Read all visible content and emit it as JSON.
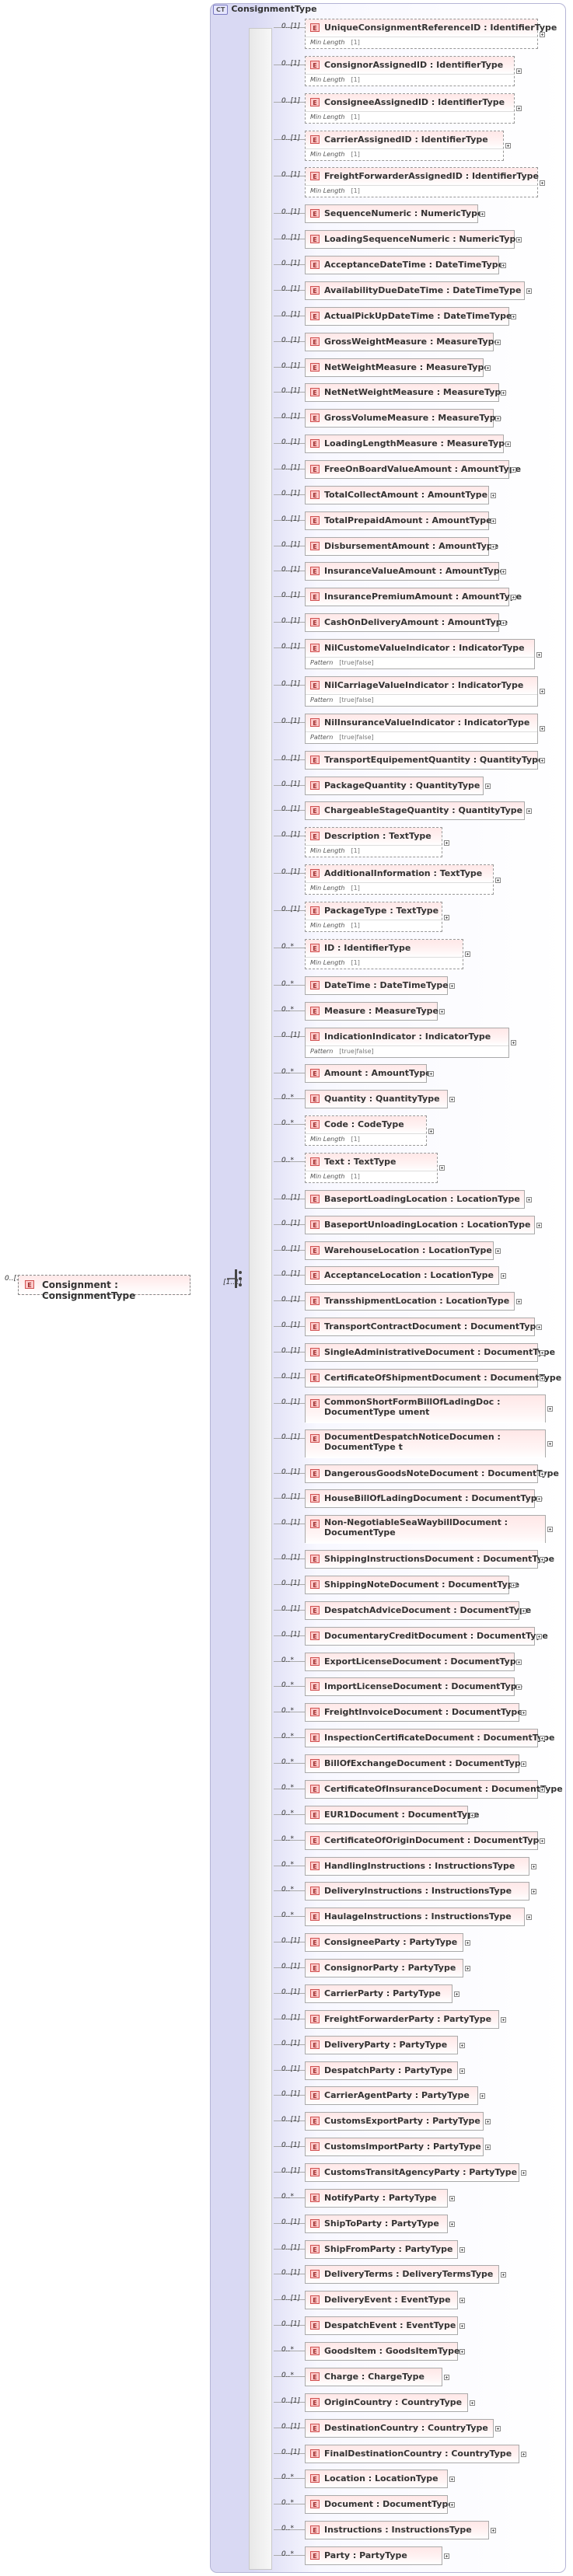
{
  "complex_type": {
    "tag": "CT",
    "name": "ConsignmentType"
  },
  "root": {
    "badge": "E",
    "label": "Consignment : ConsignmentType",
    "cardinality": "0..[1]",
    "out_cardinality": "[1..1]"
  },
  "elements": [
    {
      "label": "UniqueConsignmentReferenceID : IdentifierType",
      "card": "0..[1]",
      "facet": "Min Length",
      "facet_value": "[1]",
      "opt": true
    },
    {
      "label": "ConsignorAssignedID : IdentifierType",
      "card": "0..[1]",
      "facet": "Min Length",
      "facet_value": "[1]",
      "opt": true
    },
    {
      "label": "ConsigneeAssignedID : IdentifierType",
      "card": "0..[1]",
      "facet": "Min Length",
      "facet_value": "[1]",
      "opt": true
    },
    {
      "label": "CarrierAssignedID : IdentifierType",
      "card": "0..[1]",
      "facet": "Min Length",
      "facet_value": "[1]",
      "opt": true
    },
    {
      "label": "FreightForwarderAssignedID : IdentifierType",
      "card": "0..[1]",
      "facet": "Min Length",
      "facet_value": "[1]",
      "opt": true
    },
    {
      "label": "SequenceNumeric : NumericType",
      "card": "0..[1]"
    },
    {
      "label": "LoadingSequenceNumeric : NumericType",
      "card": "0..[1]"
    },
    {
      "label": "AcceptanceDateTime : DateTimeType",
      "card": "0..[1]"
    },
    {
      "label": "AvailabilityDueDateTime : DateTimeType",
      "card": "0..[1]"
    },
    {
      "label": "ActualPickUpDateTime : DateTimeType",
      "card": "0..[1]"
    },
    {
      "label": "GrossWeightMeasure : MeasureType",
      "card": "0..[1]"
    },
    {
      "label": "NetWeightMeasure : MeasureType",
      "card": "0..[1]"
    },
    {
      "label": "NetNetWeightMeasure : MeasureType",
      "card": "0..[1]"
    },
    {
      "label": "GrossVolumeMeasure : MeasureType",
      "card": "0..[1]"
    },
    {
      "label": "LoadingLengthMeasure : MeasureType",
      "card": "0..[1]"
    },
    {
      "label": "FreeOnBoardValueAmount : AmountType",
      "card": "0..[1]"
    },
    {
      "label": "TotalCollectAmount : AmountType",
      "card": "0..[1]"
    },
    {
      "label": "TotalPrepaidAmount : AmountType",
      "card": "0..[1]"
    },
    {
      "label": "DisbursementAmount : AmountType",
      "card": "0..[1]"
    },
    {
      "label": "InsuranceValueAmount : AmountType",
      "card": "0..[1]"
    },
    {
      "label": "InsurancePremiumAmount : AmountType",
      "card": "0..[1]"
    },
    {
      "label": "CashOnDeliveryAmount : AmountType",
      "card": "0..[1]"
    },
    {
      "label": "NilCustomeValueIndicator : IndicatorType",
      "card": "0..[1]",
      "facet": "Pattern",
      "facet_value": "[true|false]"
    },
    {
      "label": "NilCarriageValueIndicator : IndicatorType",
      "card": "0..[1]",
      "facet": "Pattern",
      "facet_value": "[true|false]"
    },
    {
      "label": "NilInsuranceValueIndicator : IndicatorType",
      "card": "0..[1]",
      "facet": "Pattern",
      "facet_value": "[true|false]"
    },
    {
      "label": "TransportEquipementQuantity : QuantityType",
      "card": "0..[1]"
    },
    {
      "label": "PackageQuantity : QuantityType",
      "card": "0..[1]"
    },
    {
      "label": "ChargeableStageQuantity : QuantityType",
      "card": "0..[1]"
    },
    {
      "label": "Description : TextType",
      "card": "0..[1]",
      "facet": "Min Length",
      "facet_value": "[1]",
      "opt": true
    },
    {
      "label": "AdditionalInformation : TextType",
      "card": "0..[1]",
      "facet": "Min Length",
      "facet_value": "[1]",
      "opt": true
    },
    {
      "label": "PackageType : TextType",
      "card": "0..[1]",
      "facet": "Min Length",
      "facet_value": "[1]",
      "opt": true
    },
    {
      "label": "ID        : IdentifierType",
      "card": "0..*",
      "facet": "Min Length",
      "facet_value": "[1]",
      "opt": true
    },
    {
      "label": "DateTime : DateTimeType",
      "card": "0..*"
    },
    {
      "label": "Measure : MeasureType",
      "card": "0..*"
    },
    {
      "label": "IndicationIndicator : IndicatorType",
      "card": "0..[1]",
      "facet": "Pattern",
      "facet_value": "[true|false]"
    },
    {
      "label": "Amount : AmountType",
      "card": "0..*"
    },
    {
      "label": "Quantity : QuantityType",
      "card": "0..*"
    },
    {
      "label": "Code     : CodeType",
      "card": "0..*",
      "facet": "Min Length",
      "facet_value": "[1]",
      "opt": true
    },
    {
      "label": "Text       : TextType",
      "card": "0..*",
      "facet": "Min Length",
      "facet_value": "[1]",
      "opt": true
    },
    {
      "label": "BaseportLoadingLocation : LocationType",
      "card": "0..[1]"
    },
    {
      "label": "BaseportUnloadingLocation : LocationType",
      "card": "0..[1]"
    },
    {
      "label": "WarehouseLocation : LocationType",
      "card": "0..[1]"
    },
    {
      "label": "AcceptanceLocation : LocationType",
      "card": "0..[1]"
    },
    {
      "label": "TransshipmentLocation : LocationType",
      "card": "0..[1]"
    },
    {
      "label": "TransportContractDocument : DocumentType",
      "card": "0..[1]"
    },
    {
      "label": "SingleAdministrativeDocument : DocumentType",
      "card": "0..[1]"
    },
    {
      "label": "CertificateOfShipmentDocument : DocumentType",
      "card": "0..[1]"
    },
    {
      "label": "CommonShortFormBillOfLadingDoc : DocumentType ument",
      "card": "0..[1]",
      "wrap": true
    },
    {
      "label": "DocumentDespatchNoticeDocumen : DocumentType t",
      "card": "0..[1]",
      "wrap": true
    },
    {
      "label": "DangerousGoodsNoteDocument : DocumentType",
      "card": "0..[1]"
    },
    {
      "label": "HouseBillOfLadingDocument : DocumentType",
      "card": "0..[1]"
    },
    {
      "label": "Non-NegotiableSeaWaybillDocument : DocumentType",
      "card": "0..[1]",
      "wrap": true
    },
    {
      "label": "ShippingInstructionsDocument : DocumentType",
      "card": "0..[1]"
    },
    {
      "label": "ShippingNoteDocument : DocumentType",
      "card": "0..[1]"
    },
    {
      "label": "DespatchAdviceDocument : DocumentType",
      "card": "0..[1]"
    },
    {
      "label": "DocumentaryCreditDocument : DocumentType",
      "card": "0..[1]"
    },
    {
      "label": "ExportLicenseDocument : DocumentType",
      "card": "0..*"
    },
    {
      "label": "ImportLicenseDocument : DocumentType",
      "card": "0..*"
    },
    {
      "label": "FreightInvoiceDocument : DocumentType",
      "card": "0..*"
    },
    {
      "label": "InspectionCertificateDocument : DocumentType",
      "card": "0..*"
    },
    {
      "label": "BillOfExchangeDocument : DocumentType",
      "card": "0..*"
    },
    {
      "label": "CertificateOfInsuranceDocument : DocumentType",
      "card": "0..*"
    },
    {
      "label": "EUR1Document : DocumentType",
      "card": "0..*"
    },
    {
      "label": "CertificateOfOriginDocument : DocumentType",
      "card": "0..*"
    },
    {
      "label": "HandlingInstructions : InstructionsType",
      "card": "0..*"
    },
    {
      "label": "DeliveryInstructions : InstructionsType",
      "card": "0..*"
    },
    {
      "label": "HaulageInstructions : InstructionsType",
      "card": "0..*"
    },
    {
      "label": "ConsigneeParty : PartyType",
      "card": "0..[1]"
    },
    {
      "label": "ConsignorParty : PartyType",
      "card": "0..[1]"
    },
    {
      "label": "CarrierParty : PartyType",
      "card": "0..[1]"
    },
    {
      "label": "FreightForwarderParty : PartyType",
      "card": "0..[1]"
    },
    {
      "label": "DeliveryParty : PartyType",
      "card": "0..[1]"
    },
    {
      "label": "DespatchParty : PartyType",
      "card": "0..[1]"
    },
    {
      "label": "CarrierAgentParty : PartyType",
      "card": "0..[1]"
    },
    {
      "label": "CustomsExportParty : PartyType",
      "card": "0..[1]"
    },
    {
      "label": "CustomsImportParty : PartyType",
      "card": "0..[1]"
    },
    {
      "label": "CustomsTransitAgencyParty : PartyType",
      "card": "0..[1]"
    },
    {
      "label": "NotifyParty : PartyType",
      "card": "0..*"
    },
    {
      "label": "ShipToParty : PartyType",
      "card": "0..[1]"
    },
    {
      "label": "ShipFromParty : PartyType",
      "card": "0..[1]"
    },
    {
      "label": "DeliveryTerms : DeliveryTermsType",
      "card": "0..[1]"
    },
    {
      "label": "DeliveryEvent : EventType",
      "card": "0..[1]"
    },
    {
      "label": "DespatchEvent : EventType",
      "card": "0..[1]"
    },
    {
      "label": "GoodsItem : GoodsItemType",
      "card": "0..*"
    },
    {
      "label": "Charge    : ChargeType",
      "card": "0..*"
    },
    {
      "label": "OriginCountry : CountryType",
      "card": "0..[1]"
    },
    {
      "label": "DestinationCountry : CountryType",
      "card": "0..[1]"
    },
    {
      "label": "FinalDestinationCountry : CountryType",
      "card": "0..[1]"
    },
    {
      "label": "Location : LocationType",
      "card": "0..*"
    },
    {
      "label": "Document : DocumentType",
      "card": "0..*"
    },
    {
      "label": "Instructions : InstructionsType",
      "card": "0..*"
    },
    {
      "label": "Party      : PartyType",
      "card": "0..*"
    }
  ],
  "badge_letter": "E"
}
